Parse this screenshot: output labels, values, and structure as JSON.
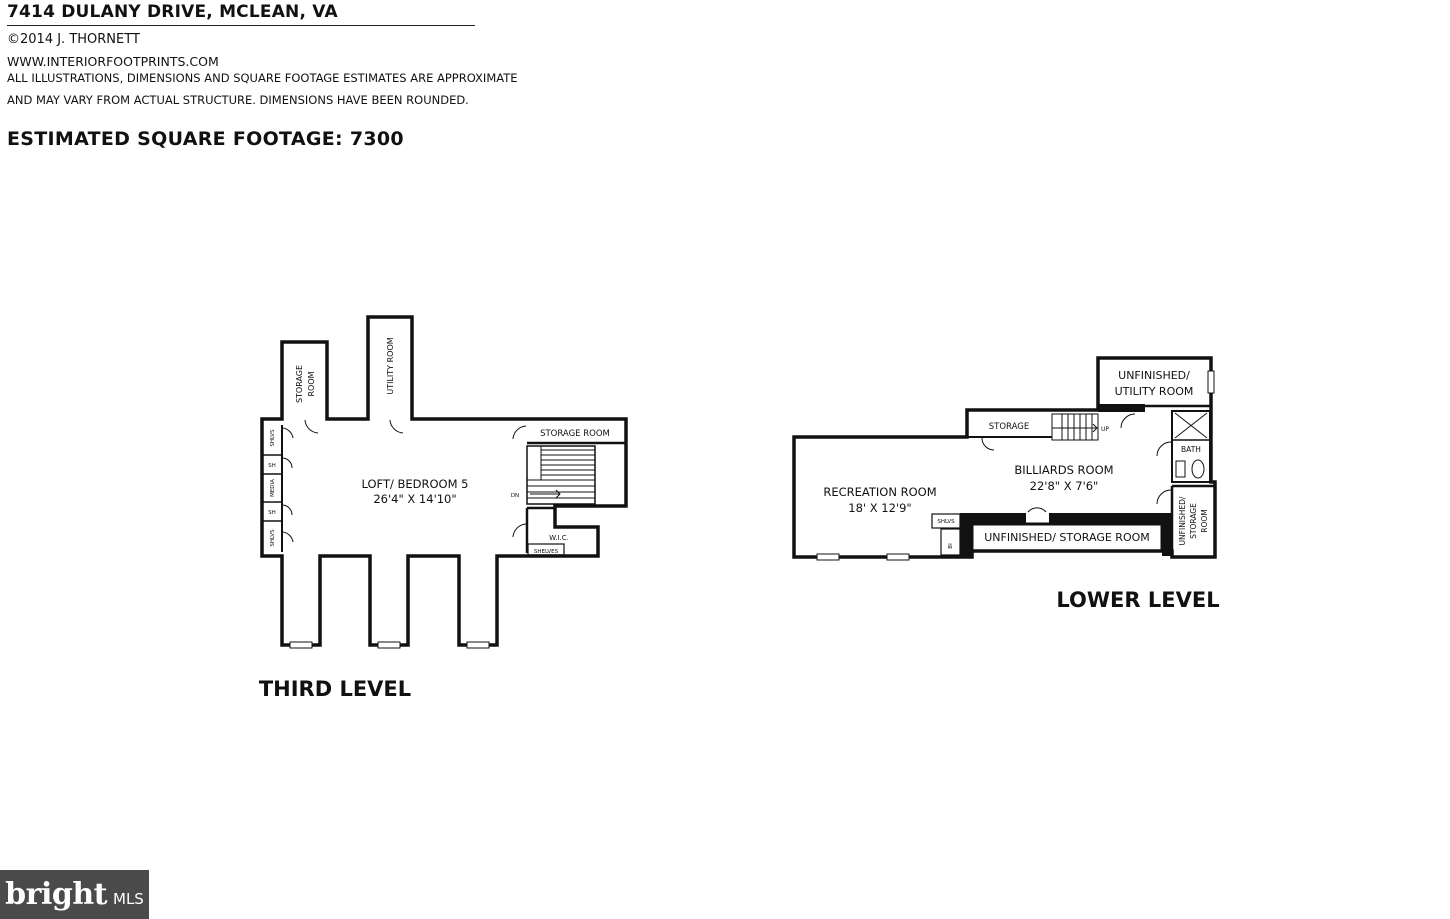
{
  "header": {
    "address": "7414 DULANY DRIVE, MCLEAN, VA",
    "copyright": "©2014 J. THORNETT",
    "website": "WWW.INTERIORFOOTPRINTS.COM",
    "disclaimer_line1": "ALL ILLUSTRATIONS, DIMENSIONS AND SQUARE FOOTAGE ESTIMATES ARE APPROXIMATE",
    "disclaimer_line2": "AND MAY VARY FROM ACTUAL STRUCTURE. DIMENSIONS HAVE BEEN ROUNDED.",
    "square_footage": "ESTIMATED SQUARE FOOTAGE: 7300"
  },
  "third_level": {
    "title": "THIRD LEVEL",
    "loft_name": "LOFT/ BEDROOM 5",
    "loft_dims": "26'4\" X 14'10\"",
    "storage_room_left_1": "STORAGE",
    "storage_room_left_2": "ROOM",
    "utility_room": "UTILITY ROOM",
    "storage_room_right": "STORAGE ROOM",
    "shlvs": "SHLVS",
    "sh": "SH",
    "media": "MEDIA",
    "dn": "DN",
    "wic": "W.I.C.",
    "shelves": "SHELVES"
  },
  "lower_level": {
    "title": "LOWER LEVEL",
    "recreation_name": "RECREATION ROOM",
    "recreation_dims": "18' X 12'9\"",
    "billiards_name": "BILLIARDS ROOM",
    "billiards_dims": "22'8\" X 7'6\"",
    "storage": "STORAGE",
    "up": "UP",
    "utility_line1": "UNFINISHED/",
    "utility_line2": "UTILITY ROOM",
    "bath": "BATH",
    "unfinished_storage": "UNFINISHED/ STORAGE ROOM",
    "side_storage_1": "UNFINISHED/",
    "side_storage_2": "STORAGE",
    "side_storage_3": "ROOM",
    "shlvs": "SHLVS",
    "bi": "BI"
  },
  "brand": {
    "name": "bright",
    "suffix": "MLS"
  }
}
